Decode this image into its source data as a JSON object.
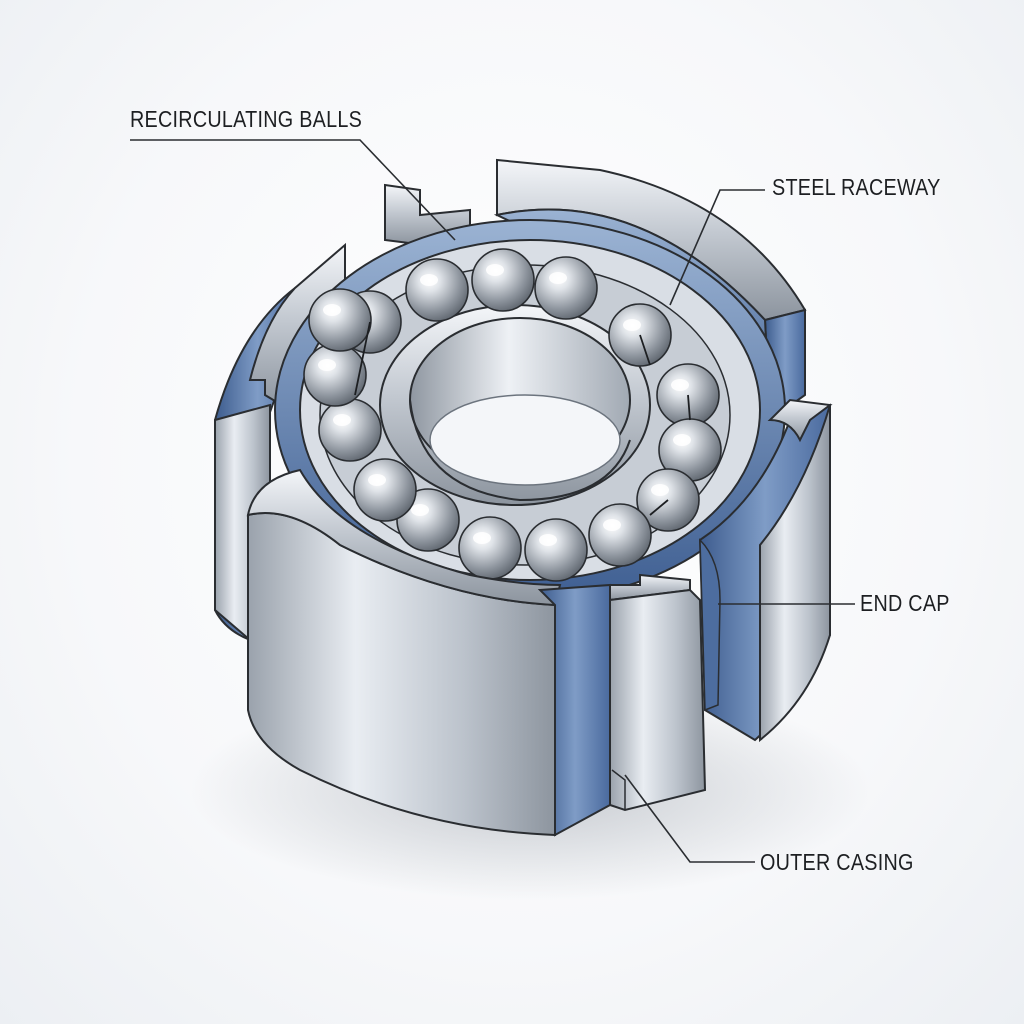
{
  "labels": {
    "balls": "RECIRCULATING BALLS",
    "raceway": "STEEL RACEWAY",
    "endcap": "END CAP",
    "casing": "OUTER CASING"
  },
  "colors": {
    "steel_light": "#eef1f5",
    "steel_mid": "#b9c0ca",
    "steel_dark": "#7b848f",
    "blue_light": "#8fa9cc",
    "blue_mid": "#5f7faf",
    "blue_dark": "#3d5c8e",
    "line": "#2a2d31"
  }
}
